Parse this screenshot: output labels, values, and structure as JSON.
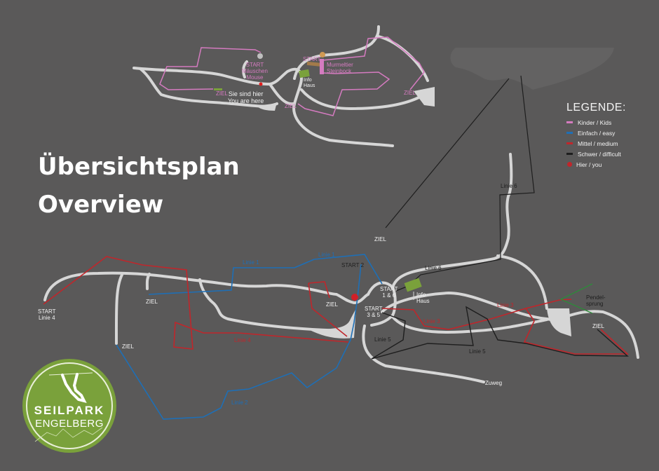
{
  "title": {
    "line1": "Übersichtsplan",
    "line2": "Overview"
  },
  "legend": {
    "title": "LEGENDE:",
    "items": [
      {
        "label": "Kinder / Kids",
        "color": "#d57bc0",
        "kind": "line"
      },
      {
        "label": "Einfach / easy",
        "color": "#1e6fb6",
        "kind": "line"
      },
      {
        "label": "Mittel / medium",
        "color": "#c0262b",
        "kind": "line"
      },
      {
        "label": "Schwer / difficult",
        "color": "#1e1e1e",
        "kind": "line"
      },
      {
        "label": "Hier / you",
        "color": "#c0262b",
        "kind": "dot"
      }
    ]
  },
  "colors": {
    "background": "#5a5959",
    "path": "#d6d6d6",
    "kids": "#d57bc0",
    "easy": "#1e6fb6",
    "medium": "#c0262b",
    "difficult": "#1e1e1e",
    "info_house": "#7aa13b",
    "pendel": "#2e8a3a"
  },
  "kids_map": {
    "start_mouse": "START\nMäuschen\nMouse",
    "start_label": "START",
    "murmeltier": "Murmeltier\nSteinbock",
    "info": "Info\nHaus",
    "ziel_left": "ZIEL",
    "ziel_mid": "ZIEL",
    "ziel_right": "ZIEL",
    "you_are_here": "Sie sind hier\nYou are here"
  },
  "main_map": {
    "start_linie4": "START\nLinie 4",
    "ziel_1": "ZIEL",
    "ziel_2": "ZIEL",
    "ziel_3": "ZIEL",
    "ziel_4": "ZIEL",
    "ziel_5": "ZIEL",
    "start_2": "START 2",
    "start_1_6": "START\n1 & 6",
    "start_3_5": "START\n3 & 5",
    "info": "Info\nHaus",
    "pendel": "Pendel-\nsprung",
    "zuweg": "Zuweg",
    "linie1_a": "Linie 1",
    "linie1_b": "Linie 1",
    "linie2": "Linie 2",
    "linie3_a": "Linie 3",
    "linie3_b": "Linie 3",
    "linie4": "Linie 4",
    "linie5_a": "Linie 5",
    "linie5_b": "Linie 5",
    "linie6_a": "Linie 6",
    "linie6_b": "Linie 6"
  },
  "logo": {
    "line1": "SEILPARK",
    "line2": "ENGELBERG"
  }
}
